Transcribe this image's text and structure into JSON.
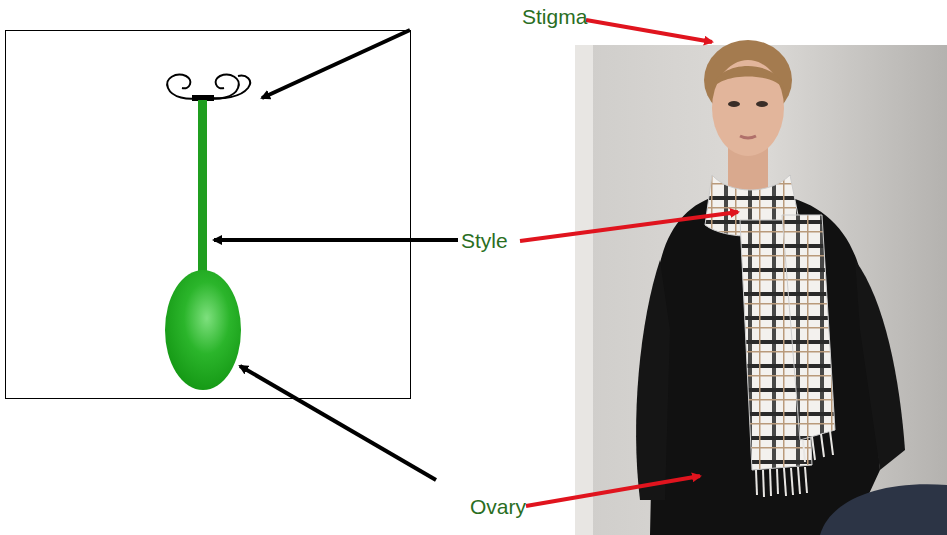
{
  "diagram": {
    "labels": [
      "Stigma",
      "Style",
      "Ovary"
    ]
  }
}
